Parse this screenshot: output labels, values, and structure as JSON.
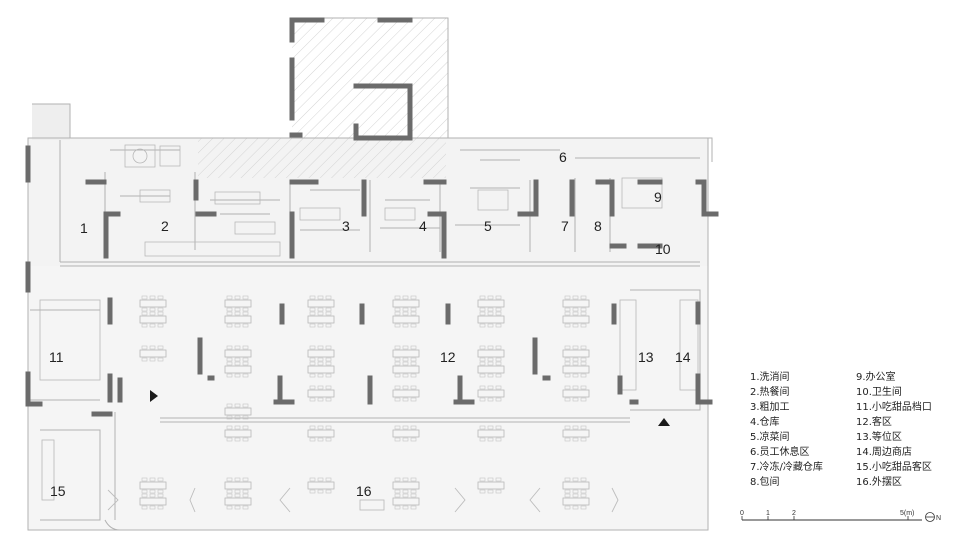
{
  "rooms": [
    {
      "id": "1",
      "label": "1"
    },
    {
      "id": "2",
      "label": "2"
    },
    {
      "id": "3",
      "label": "3"
    },
    {
      "id": "4",
      "label": "4"
    },
    {
      "id": "5",
      "label": "5"
    },
    {
      "id": "6",
      "label": "6"
    },
    {
      "id": "7",
      "label": "7"
    },
    {
      "id": "8",
      "label": "8"
    },
    {
      "id": "9",
      "label": "9"
    },
    {
      "id": "10",
      "label": "10"
    },
    {
      "id": "11",
      "label": "11"
    },
    {
      "id": "12",
      "label": "12"
    },
    {
      "id": "13",
      "label": "13"
    },
    {
      "id": "14",
      "label": "14"
    },
    {
      "id": "15",
      "label": "15"
    },
    {
      "id": "16",
      "label": "16"
    }
  ],
  "legend": {
    "left": [
      "1.洗消间",
      "2.热餐间",
      "3.粗加工",
      "4.仓库",
      "5.凉菜间",
      "6.员工休息区",
      "7.冷冻/冷藏仓库",
      "8.包间"
    ],
    "right": [
      "9.办公室",
      "10.卫生间",
      "11.小吃甜品档口",
      "12.客区",
      "13.等位区",
      "14.周边商店",
      "15.小吃甜品客区",
      "16.外摆区"
    ]
  },
  "scale": {
    "ticks": [
      "0",
      "1",
      "2",
      "5(m)"
    ],
    "north": "N"
  },
  "colors": {
    "wall": "#6b6b6b",
    "line": "#b5b5b5",
    "fill": "#f2f2f2"
  }
}
